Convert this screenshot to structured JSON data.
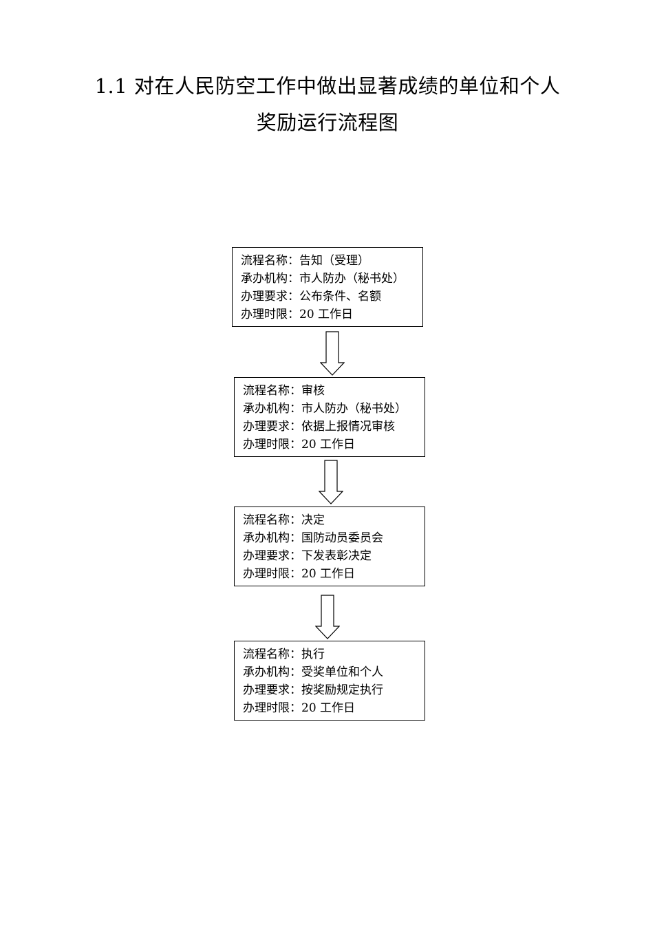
{
  "title": {
    "line1": "1.1 对在人民防空工作中做出显著成绩的单位和个人",
    "line2": "奖励运行流程图"
  },
  "labels": {
    "name": "流程名称：",
    "org": "承办机构：",
    "requirement": "办理要求：",
    "time_limit": "办理时限："
  },
  "steps": [
    {
      "name": "告知（受理）",
      "org": "市人防办（秘书处）",
      "requirement": "公布条件、名额",
      "time_limit": "20 工作日"
    },
    {
      "name": "审核",
      "org": "市人防办（秘书处）",
      "requirement": "依据上报情况审核",
      "time_limit": "20 工作日"
    },
    {
      "name": "决定",
      "org": "国防动员委员会",
      "requirement": "下发表彰决定",
      "time_limit": "20 工作日"
    },
    {
      "name": "执行",
      "org": "受奖单位和个人",
      "requirement": "按奖励规定执行",
      "time_limit": "20 工作日"
    }
  ]
}
